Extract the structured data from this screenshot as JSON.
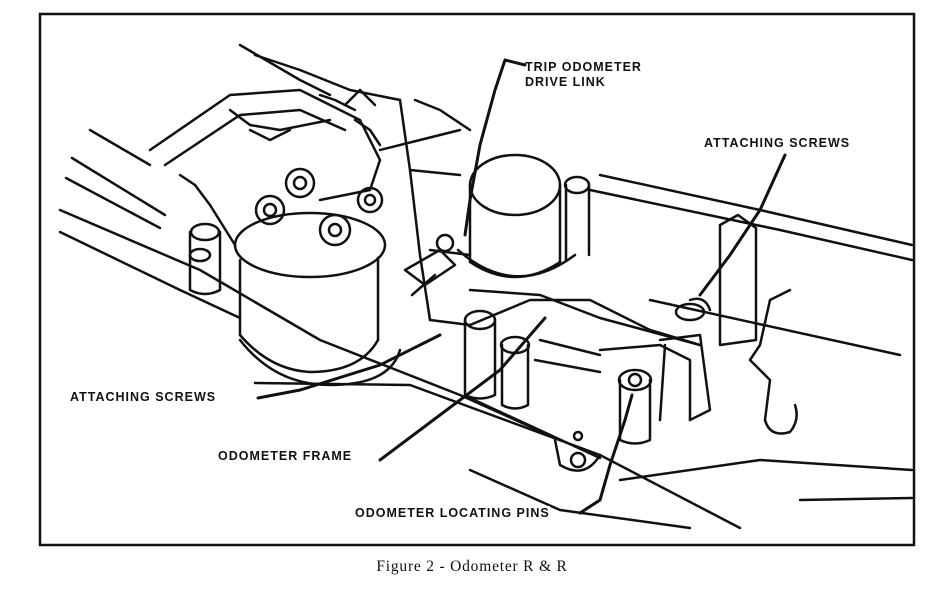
{
  "labels": {
    "trip_odometer_drive_link_line1": "TRIP ODOMETER",
    "trip_odometer_drive_link_line2": "DRIVE LINK",
    "attaching_screws_right": "ATTACHING SCREWS",
    "attaching_screws_left": "ATTACHING SCREWS",
    "odometer_frame": "ODOMETER FRAME",
    "odometer_locating_pins": "ODOMETER LOCATING PINS"
  },
  "caption": "Figure 2 - Odometer R & R"
}
